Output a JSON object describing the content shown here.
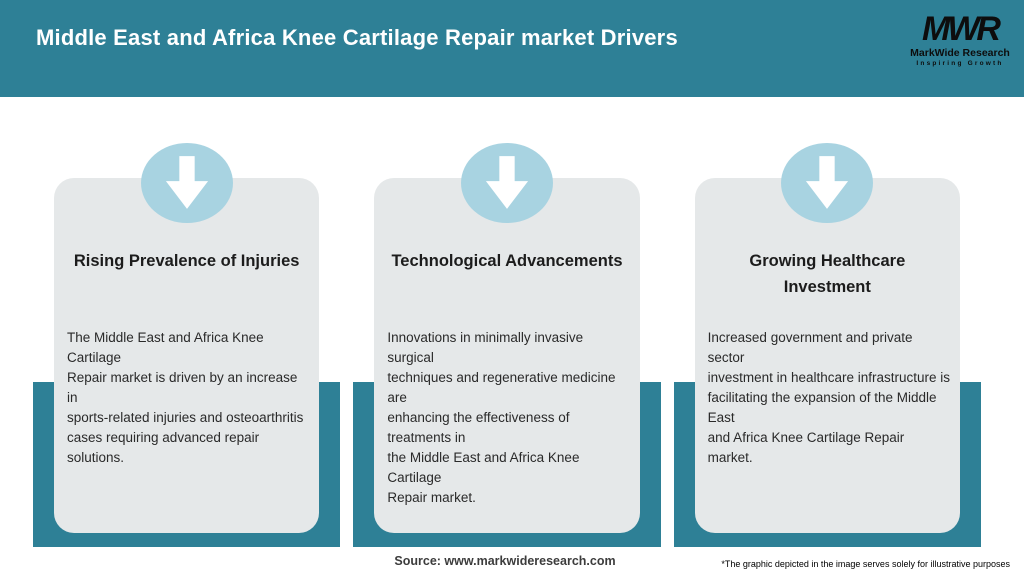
{
  "header": {
    "title": "Middle East and Africa Knee Cartilage Repair market Drivers",
    "logo": {
      "monogram": "MWR",
      "name": "MarkWide Research",
      "tagline": "Inspiring Growth"
    }
  },
  "cards": [
    {
      "icon": "down-arrow-icon",
      "title": "Rising Prevalence of Injuries",
      "body": "The Middle East and Africa Knee Cartilage\nRepair market is driven by an increase in\nsports-related injuries and osteoarthritis\ncases requiring advanced repair solutions."
    },
    {
      "icon": "down-arrow-icon",
      "title": "Technological Advancements",
      "body": "Innovations in minimally invasive surgical\ntechniques and regenerative medicine are\nenhancing the effectiveness of treatments in\nthe Middle East and Africa Knee Cartilage\nRepair market."
    },
    {
      "icon": "down-arrow-icon",
      "title": "Growing Healthcare\nInvestment",
      "body": "Increased government and private sector\ninvestment in healthcare infrastructure is\nfacilitating the expansion of the Middle East\nand Africa Knee Cartilage Repair market."
    }
  ],
  "footer": {
    "source": "Source: www.markwideresearch.com",
    "disclaimer": "*The graphic depicted in the image serves solely for illustrative purposes"
  },
  "colors": {
    "header_bg": "#2e8096",
    "shadow_band": "#2e8096",
    "card_bg": "#e5e8e9",
    "circle": "#a8d3e1",
    "title_text": "#ffffff",
    "card_text": "#2a2a2a"
  }
}
